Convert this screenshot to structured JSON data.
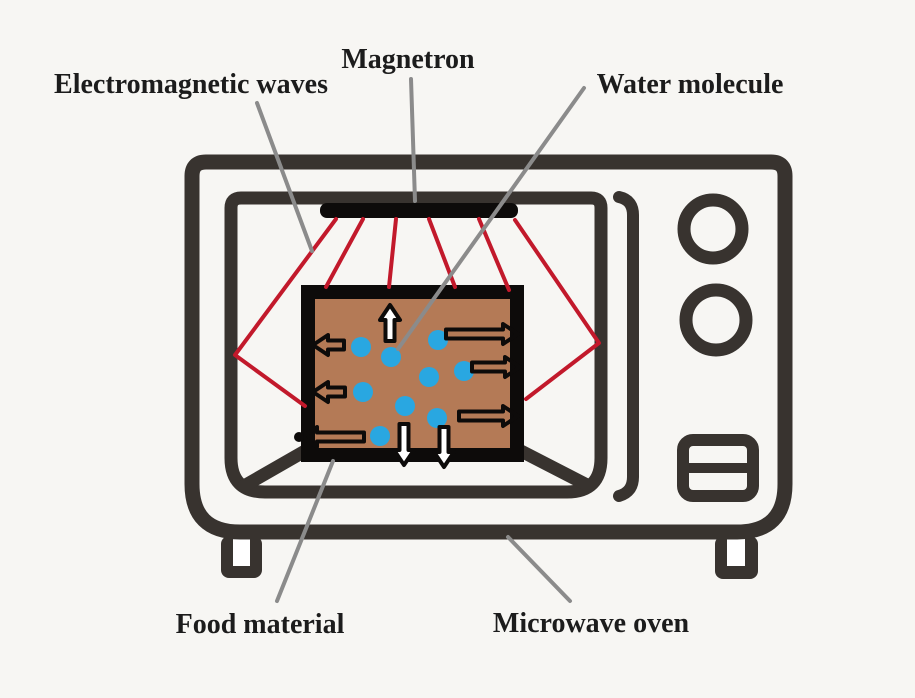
{
  "labels": {
    "magnetron": "Magnetron",
    "electromagnetic_waves": "Electromagnetic waves",
    "water_molecule": "Water molecule",
    "food_material": "Food material",
    "microwave_oven": "Microwave oven"
  },
  "colors": {
    "background": "#f7f6f3",
    "outline_dark": "#38332f",
    "black": "#0d0b0a",
    "wave_red": "#c2192b",
    "food_brown": "#b47a56",
    "water_blue": "#29a7e1",
    "leader_gray": "#8b8b8b",
    "text": "#1c1c1c",
    "white": "#ffffff"
  }
}
